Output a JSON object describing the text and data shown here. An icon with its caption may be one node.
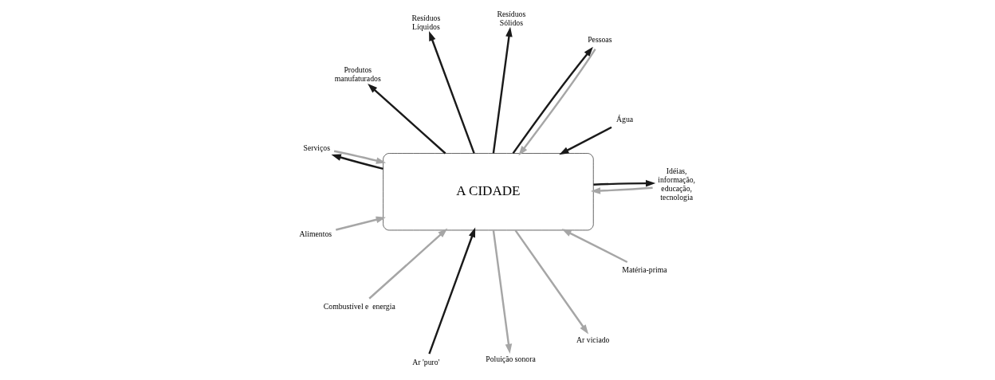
{
  "diagram": {
    "nodes": [
      {
        "text": [
          "A CIDADE"
        ]
      },
      {
        "text": [
          "Água"
        ]
      },
      {
        "text": [
          "Ar 'puro'"
        ]
      },
      {
        "text": [
          "Resíduos Líquidos"
        ]
      },
      {
        "text": [
          "Resíduos Sólidos"
        ]
      },
      {
        "text": [
          "Produtos manufaturados"
        ]
      },
      {
        "text": [
          "Alimentos"
        ]
      },
      {
        "text": [
          "Matéria-prima"
        ]
      },
      {
        "text": [
          "Combustível e  energia"
        ]
      },
      {
        "text": [
          "Ar viciado"
        ]
      },
      {
        "text": [
          "Poluição sonora"
        ]
      },
      {
        "text": [
          "Serviços"
        ]
      },
      {
        "text": [
          "Idéias, informação, educação, tecnologia"
        ]
      },
      {
        "text": [
          "Pessoas"
        ]
      }
    ],
    "edges": [
      {
        "from": 1,
        "to": 0,
        "arrow": "to"
      },
      {
        "from": 2,
        "to": 0,
        "arrow": "to"
      },
      {
        "from": 0,
        "to": 3,
        "arrow": "to"
      },
      {
        "from": 0,
        "to": 4,
        "arrow": "to"
      },
      {
        "from": 0,
        "to": 5,
        "arrow": "to"
      },
      {
        "from": 6,
        "to": 0,
        "arrow": "to",
        "color": "#a6a6a6"
      },
      {
        "from": 7,
        "to": 0,
        "arrow": "to",
        "color": "#a6a6a6"
      },
      {
        "from": 8,
        "to": 0,
        "arrow": "to",
        "color": "#a6a6a6"
      },
      {
        "from": 0,
        "to": 9,
        "arrow": "to",
        "color": "#a6a6a6"
      },
      {
        "from": 0,
        "to": 10,
        "arrow": "to",
        "color": "#a6a6a6"
      },
      {
        "from": 0,
        "to": 11,
        "arrow": "to"
      },
      {
        "from": 11,
        "to": 0,
        "arrow": "to",
        "color": "#a6a6a6"
      },
      {
        "from": 0,
        "to": 12,
        "arrow": "to"
      },
      {
        "from": 12,
        "to": 0,
        "arrow": "to",
        "color": "#a6a6a6"
      },
      {
        "from": 0,
        "to": 13,
        "arrow": "to"
      },
      {
        "from": 13,
        "to": 0,
        "arrow": "to",
        "color": "#a6a6a6"
      }
    ]
  }
}
